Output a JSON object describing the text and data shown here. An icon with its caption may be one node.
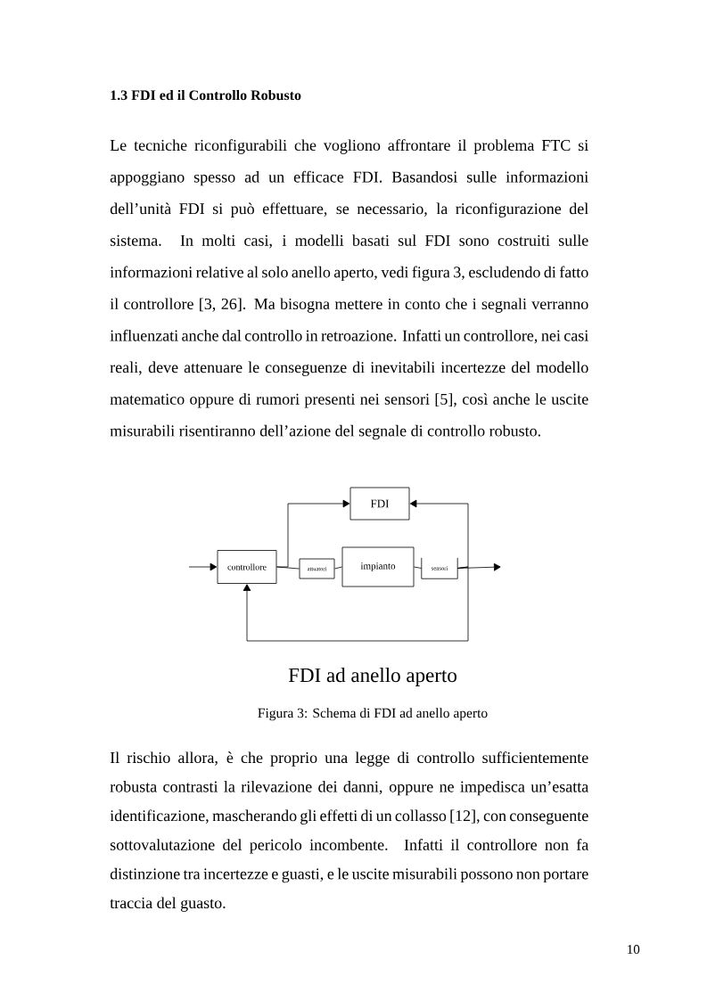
{
  "diagram": {
    "title": "1.3 FDI ed il Controllo Robusto",
    "caption": "Figura 3: Schema di FDI ad anello aperto",
    "nodes": [
      {
        "text": [
          "FDI"
        ]
      },
      {
        "text": [
          "controllore"
        ]
      },
      {
        "text": [
          "attuatori"
        ]
      },
      {
        "text": [
          "impianto"
        ]
      },
      {
        "text": [
          "sensori"
        ]
      }
    ],
    "edges": [
      {
        "from": null,
        "to": 1,
        "arrow": "to"
      },
      {
        "from": 1,
        "to": 2,
        "arrow": "none"
      },
      {
        "from": 1,
        "to": 0,
        "arrow": "to"
      },
      {
        "from": 2,
        "to": 3,
        "arrow": "none"
      },
      {
        "from": 3,
        "to": 4,
        "arrow": "none"
      },
      {
        "from": 4,
        "to": null,
        "arrow": "to"
      },
      {
        "from": 4,
        "to": 0,
        "arrow": "to"
      },
      {
        "from": 4,
        "to": 1,
        "arrow": "to"
      }
    ],
    "labels": [
      "Le tecniche riconfigurabili che vogliono affrontare il problema FTC si appoggiano spesso ad un efficace FDI. Basandosi sulle informazioni dell’unità FDI si può effettuare, se necessario, la riconfigurazione del sistema. In molti casi, i modelli basati sul FDI sono costruiti sulle informazioni relative al solo anello aperto, vedi figura 3, escludendo di fatto il controllore [3, 26]. Ma bisogna mettere in conto che i segnali verranno influenzati anche dal controllo in retroazione. Infatti un controllore, nei casi reali, deve attenuare le conseguenze di inevitabili incertezze del modello matematico oppure di rumori presenti nei sensori [5], così anche le uscite misurabili risentiranno dell’azione del segnale di controllo robusto.",
      "FDI ad anello aperto",
      "Il rischio allora, è che proprio una legge di controllo sufficientemente robusta contrasti la rilevazione dei danni, oppure ne impedisca un’esatta identificazione, mascherando gli effetti di un collasso [12], con conseguente sottovalutazione del pericolo incombente. Infatti il controllore non fa distinzione tra incertezze e guasti, e le uscite misurabili possono non portare traccia del guasto.",
      "10"
    ]
  }
}
